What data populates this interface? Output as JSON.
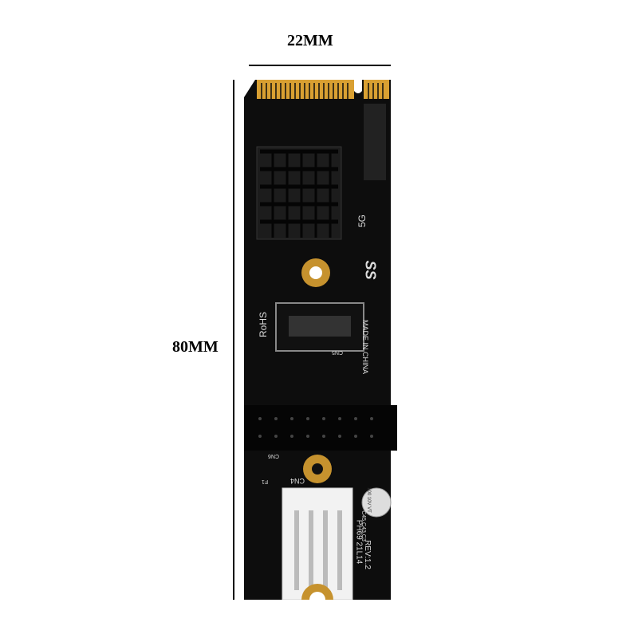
{
  "dimensions": {
    "width_label": "22MM",
    "length_label": "80MM"
  },
  "board_markings": {
    "rohs": "RoHS",
    "made_in": "MADE IN CHINA",
    "speed": "5G",
    "usb_logo": "SS",
    "model": "PH69  21L14",
    "revision": "REV:1.2",
    "connector_cn4": "CN4",
    "connector_cn5": "CN5",
    "connector_cn6": "CN6",
    "fuse": "F1",
    "capacitor": "100 10V VT",
    "cap_ref": "C45 C43 C3"
  },
  "colors": {
    "pcb": "#0d0d0d",
    "gold": "#d9a032",
    "connector": "#f2f2f2"
  }
}
